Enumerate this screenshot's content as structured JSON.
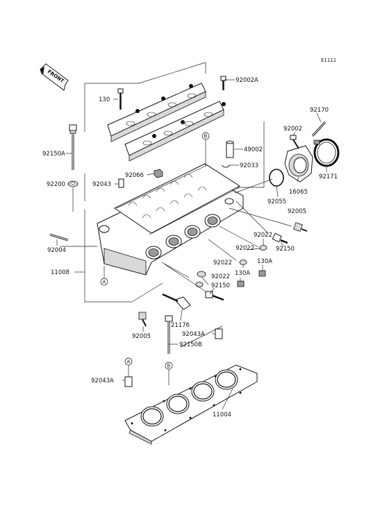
{
  "diagram_code": "E1111",
  "front_indicator": "FRONT",
  "reference_markers": {
    "a": "A",
    "b": "B"
  },
  "part_labels": [
    {
      "id": "92002A",
      "text": "92002A"
    },
    {
      "id": "130",
      "text": "130"
    },
    {
      "id": "92170",
      "text": "92170"
    },
    {
      "id": "92002",
      "text": "92002"
    },
    {
      "id": "92150A",
      "text": "92150A"
    },
    {
      "id": "49002",
      "text": "49002"
    },
    {
      "id": "92033",
      "text": "92033"
    },
    {
      "id": "92066",
      "text": "92066"
    },
    {
      "id": "92043",
      "text": "92043"
    },
    {
      "id": "92200",
      "text": "92200"
    },
    {
      "id": "16065",
      "text": "16065"
    },
    {
      "id": "92171",
      "text": "92171"
    },
    {
      "id": "92055",
      "text": "92055"
    },
    {
      "id": "92005-right",
      "text": "92005"
    },
    {
      "id": "92004",
      "text": "92004"
    },
    {
      "id": "92022-a",
      "text": "92022"
    },
    {
      "id": "92022-b",
      "text": "92022"
    },
    {
      "id": "92150-right",
      "text": "92150"
    },
    {
      "id": "92022-c",
      "text": "92022"
    },
    {
      "id": "130A",
      "text": "130A"
    },
    {
      "id": "11008",
      "text": "11008"
    },
    {
      "id": "130A-lower",
      "text": "130A"
    },
    {
      "id": "92022-d",
      "text": "92022"
    },
    {
      "id": "92150-lower",
      "text": "92150"
    },
    {
      "id": "21176",
      "text": "21176"
    },
    {
      "id": "92005-left",
      "text": "92005"
    },
    {
      "id": "92043A",
      "text": "92043A"
    },
    {
      "id": "92150B",
      "text": "92150B"
    },
    {
      "id": "92043A-left",
      "text": "92043A"
    },
    {
      "id": "11004",
      "text": "11004"
    }
  ]
}
